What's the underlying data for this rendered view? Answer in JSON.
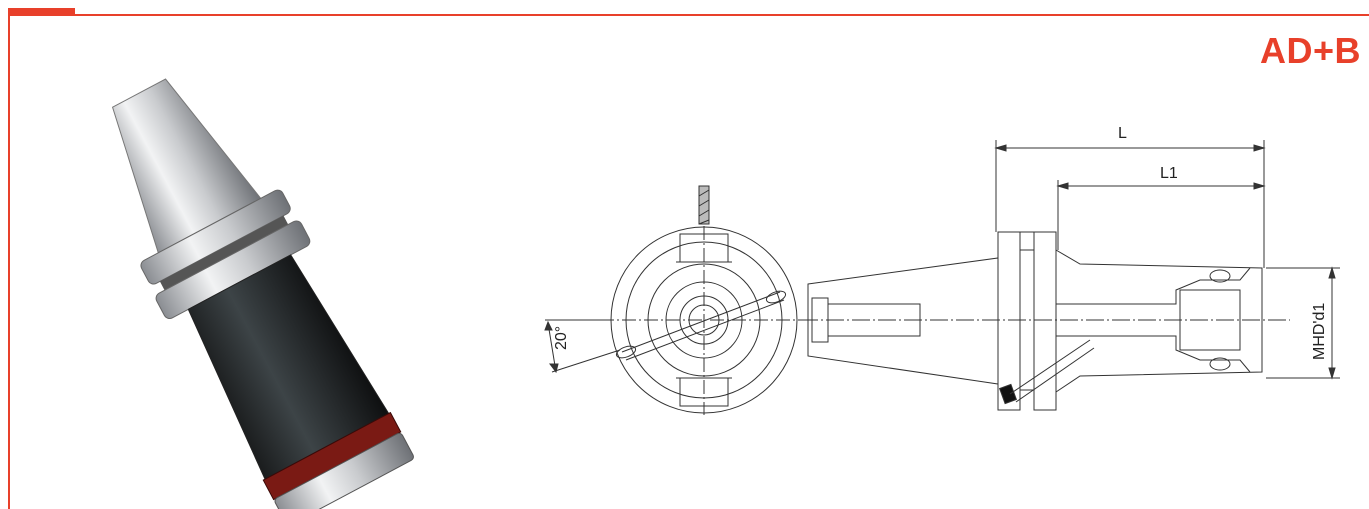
{
  "title": "AD+B",
  "colors": {
    "accent": "#e8402a"
  },
  "drawing": {
    "angle_label": "20°",
    "length_label": "L",
    "length1_label": "L1",
    "diameter_label": "MHD'd1"
  }
}
